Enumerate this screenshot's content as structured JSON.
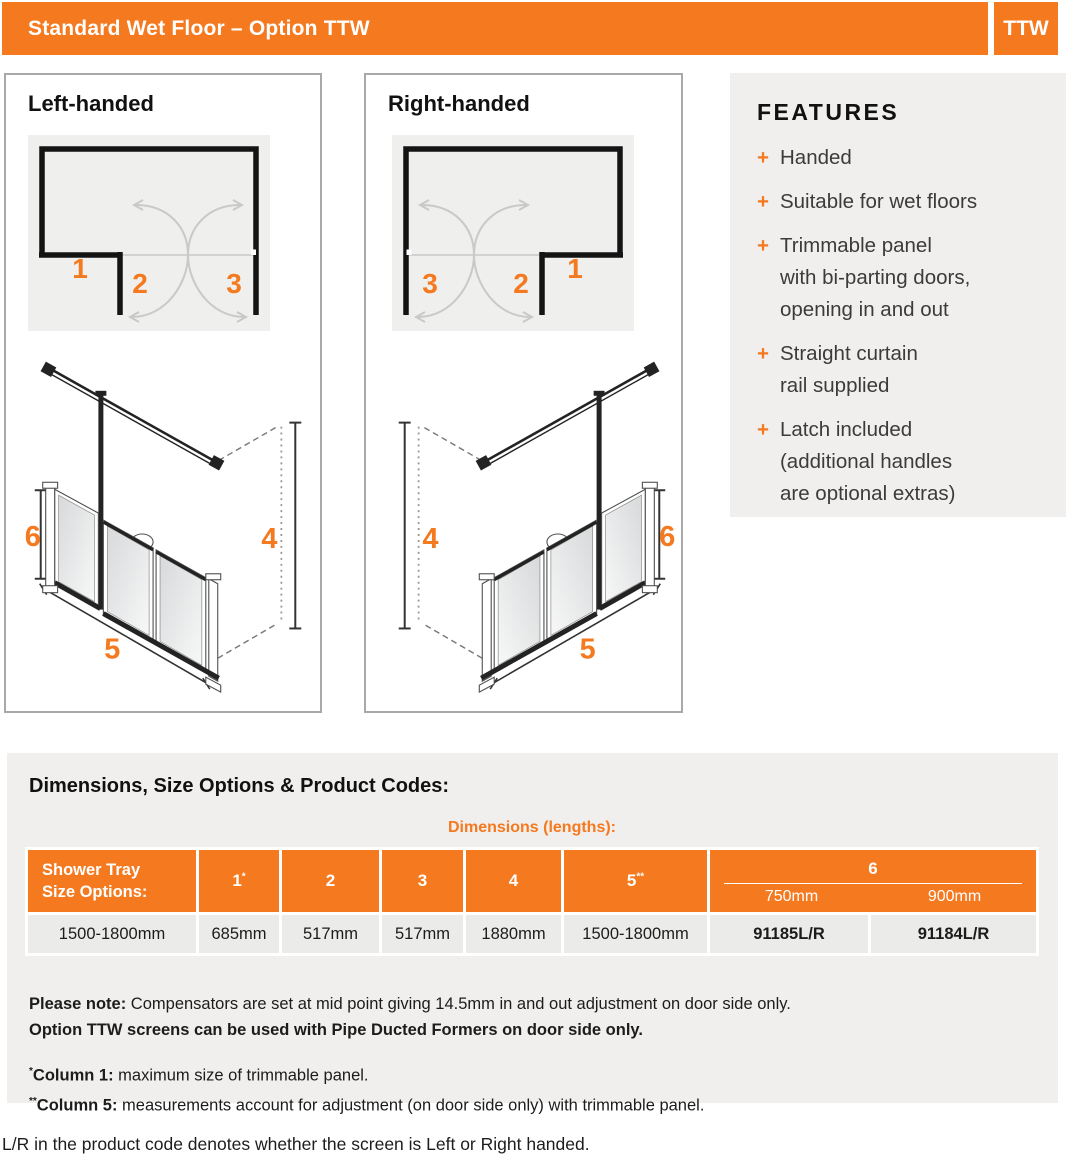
{
  "colors": {
    "accent": "#f4791f",
    "panel_bg": "#f0efed",
    "table_cell_bg": "#ebebe9"
  },
  "header": {
    "title": "Standard Wet Floor – Option TTW",
    "badge": "TTW"
  },
  "panels": {
    "left_title": "Left-handed",
    "right_title": "Right-handed"
  },
  "labels": {
    "n1": "1",
    "n2": "2",
    "n3": "3",
    "n4": "4",
    "n5": "5",
    "n6": "6"
  },
  "features": {
    "title": "FEATURES",
    "bullet": "+",
    "items": [
      {
        "text": "Handed"
      },
      {
        "text": "Suitable for wet floors"
      },
      {
        "text": "Trimmable panel\nwith bi-parting doors,\nopening in and out"
      },
      {
        "text": "Straight curtain\nrail supplied"
      },
      {
        "text": "Latch included\n(additional handles\nare optional extras)"
      }
    ]
  },
  "dimensions_section": {
    "heading": "Dimensions, Size Options & Product Codes:",
    "caption": "Dimensions (lengths):",
    "table": {
      "col0_header": "Shower Tray\nSize Options:",
      "col_headers": [
        {
          "label": "1",
          "sup": "*"
        },
        {
          "label": "2",
          "sup": ""
        },
        {
          "label": "3",
          "sup": ""
        },
        {
          "label": "4",
          "sup": ""
        },
        {
          "label": "5",
          "sup": "**"
        }
      ],
      "col6": {
        "label": "6",
        "sub_left": "750mm",
        "sub_right": "900mm"
      },
      "data_row": [
        "1500-1800mm",
        "685mm",
        "517mm",
        "517mm",
        "1880mm",
        "1500-1800mm",
        "91185L/R",
        "91184L/R"
      ]
    },
    "notes": {
      "note1_bold": "Please note:",
      "note1_rest": " Compensators are set at mid point giving 14.5mm in and out adjustment on door side only.",
      "note2": "Option TTW screens can be used with Pipe Ducted Formers on door side only.",
      "note3_sup": "*",
      "note3_bold": "Column 1:",
      "note3_rest": " maximum size of trimmable panel.",
      "note4_sup": "**",
      "note4_bold": "Column 5:",
      "note4_rest": " measurements account for adjustment (on door side only) with trimmable panel."
    }
  },
  "footer": {
    "note": "L/R in the product code denotes whether the screen is Left or Right handed."
  }
}
